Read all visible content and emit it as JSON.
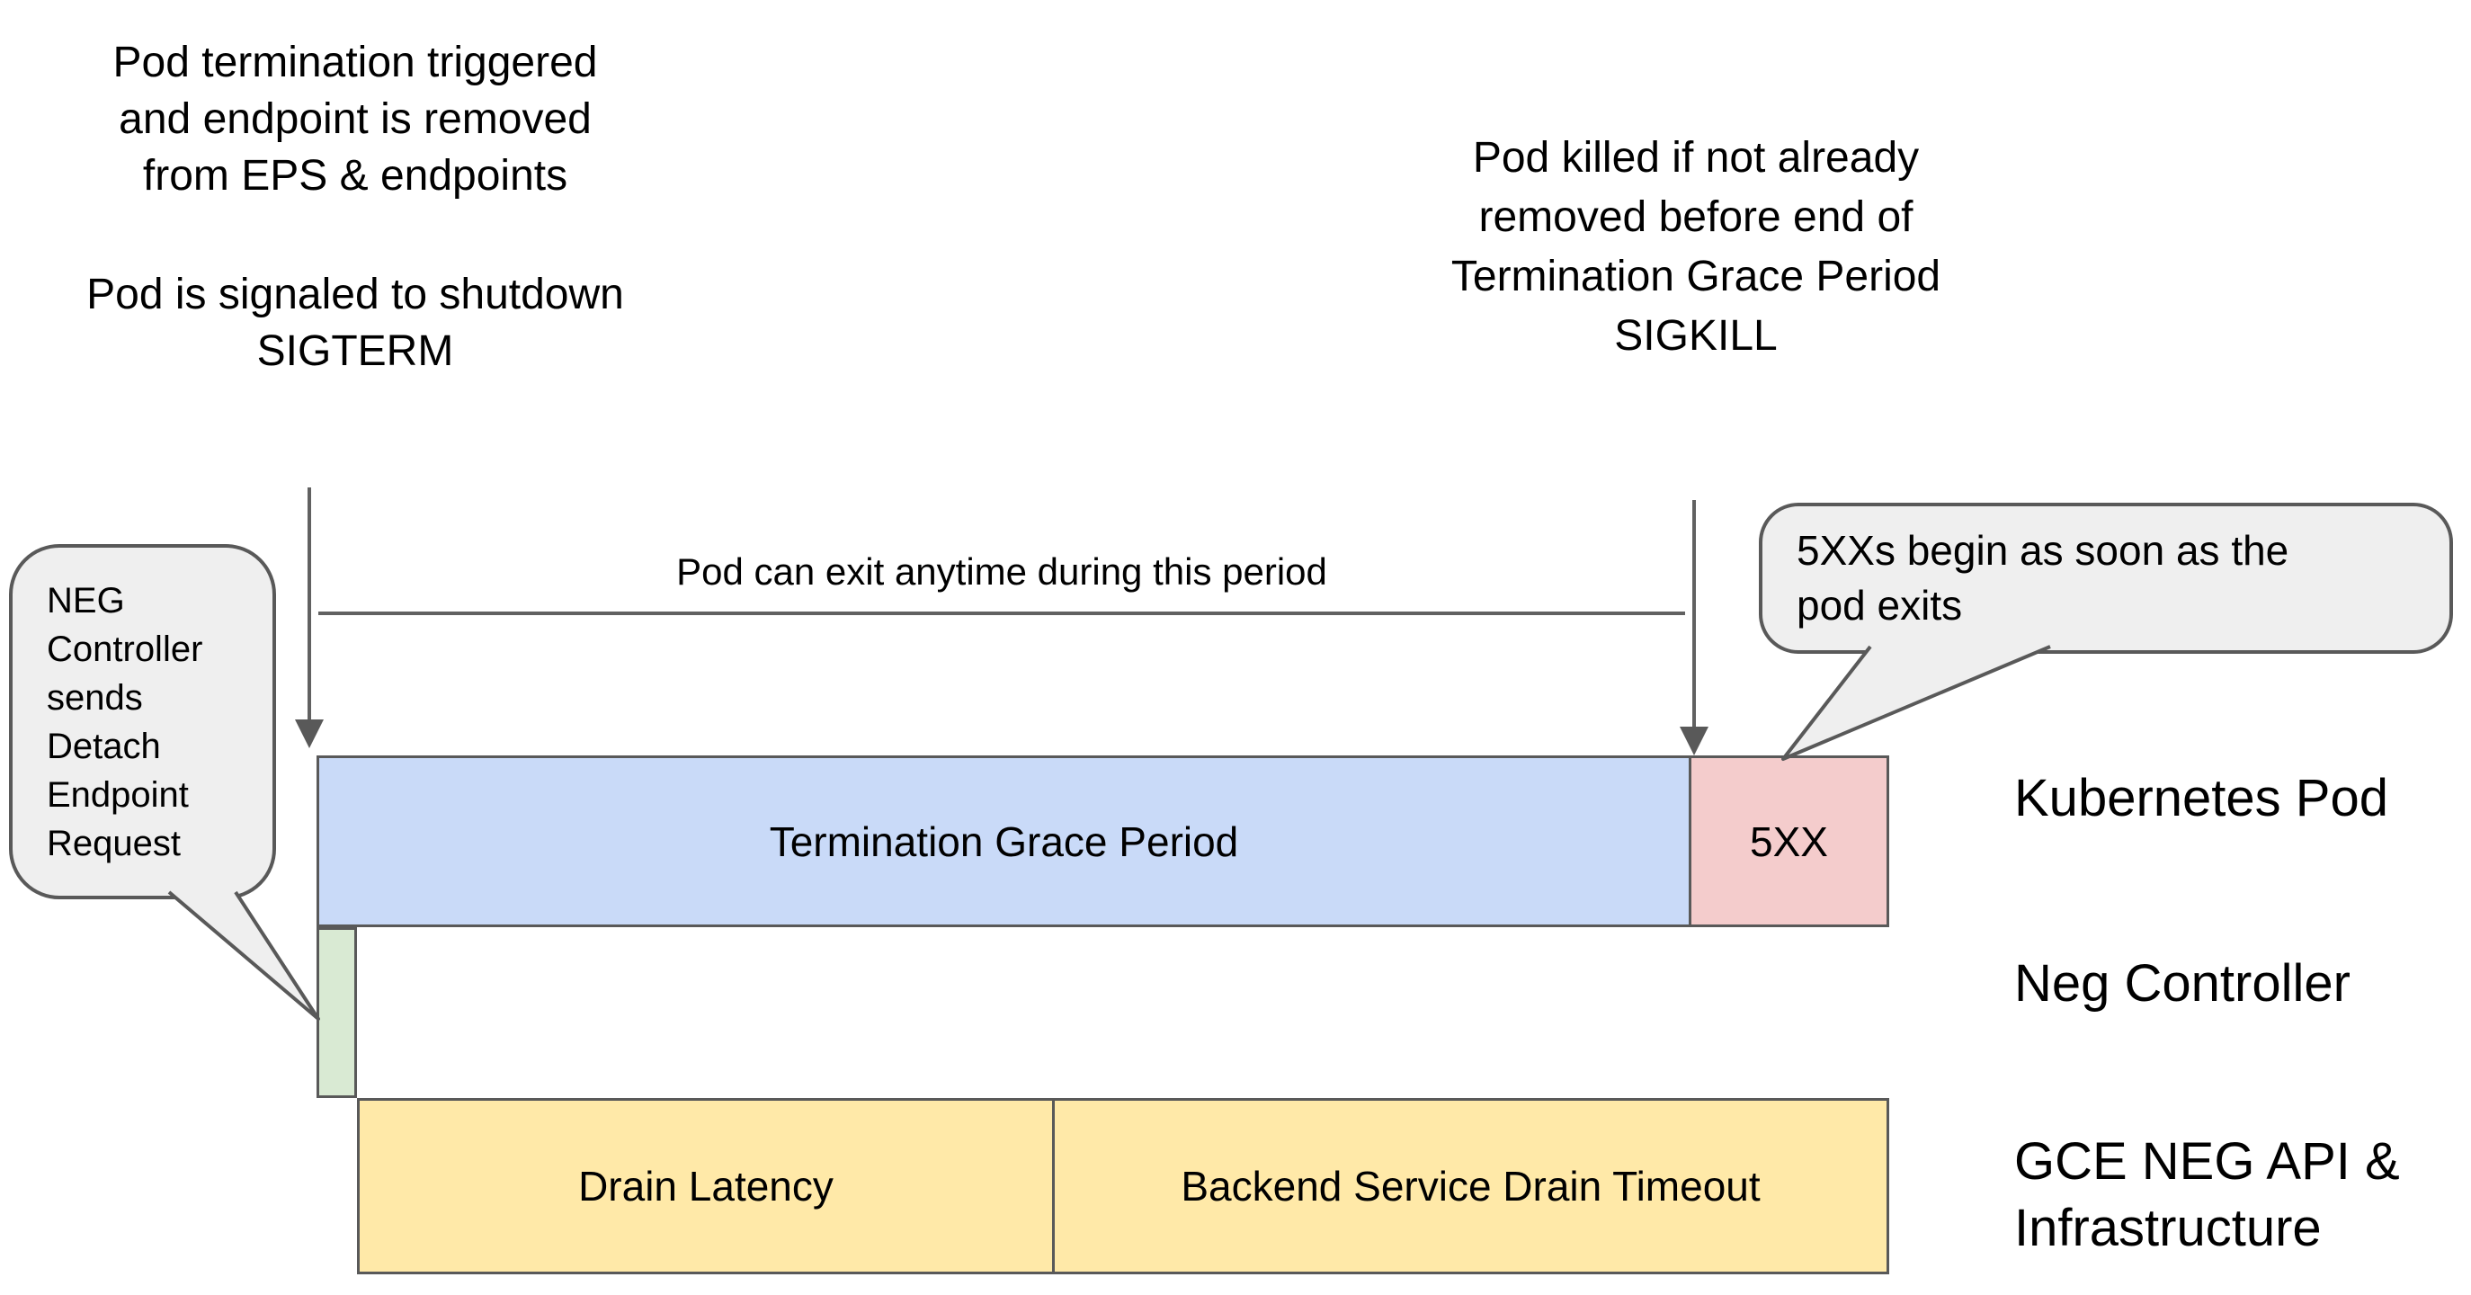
{
  "notes": {
    "pod_termination": "Pod termination triggered\nand endpoint is removed\nfrom EPS & endpoints",
    "pod_sigterm": "Pod is signaled to shutdown\nSIGTERM",
    "pod_sigkill": "Pod killed if not already\nremoved before end of\nTermination Grace Period\nSIGKILL",
    "pod_can_exit": "Pod can exit anytime during this period"
  },
  "callouts": {
    "neg_controller": "NEG\nController\nsends\nDetach\nEndpoint\nRequest",
    "errors_begin": "5XXs begin as soon as the\npod exits"
  },
  "timeline": {
    "grace_period_label": "Termination Grace Period",
    "error_label": "5XX",
    "drain_latency_label": "Drain Latency",
    "backend_drain_label": "Backend Service Drain Timeout"
  },
  "rows": {
    "kubernetes_pod": "Kubernetes Pod",
    "neg_controller": "Neg Controller",
    "gce": "GCE NEG API &\nInfrastructure"
  },
  "colors": {
    "grace_period_fill": "#c9daf8",
    "error_fill": "#f4cccc",
    "detach_fill": "#d9ead3",
    "drain_fill": "#ffe9a8",
    "callout_fill": "#efefef",
    "shape_border": "#595959",
    "connector": "#616161"
  }
}
